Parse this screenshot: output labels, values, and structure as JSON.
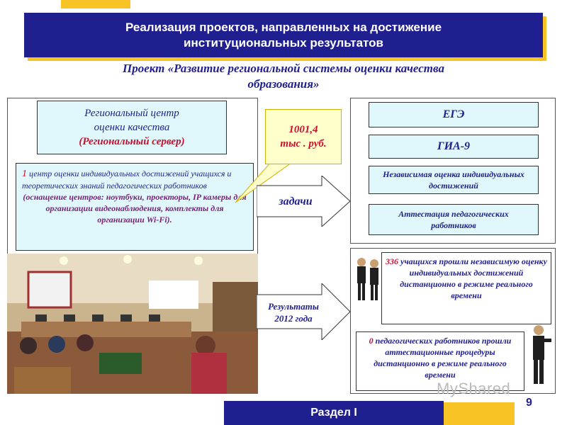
{
  "header": {
    "line1": "Реализация проектов, направленных на достижение",
    "line2": "институциональных результатов"
  },
  "subtitle": {
    "line1": "Проект «Развитие региональной системы оценки качества",
    "line2": "образования»"
  },
  "center_box": {
    "line1": "Региональный центр",
    "line2": "оценки качества",
    "line3": "(Региональный сервер)"
  },
  "info_box": {
    "num": "1",
    "text": " центр оценки индивидуальных достижений учащихся и теоретических знаний педагогических работников",
    "equipment": "(оснащение центров: ноутбуки, проекторы, IP камеры для организации видеонаблюдения, комплекты для организации Wi-Fi)."
  },
  "callout": {
    "line1": "1001,4",
    "line2": "тыс . руб."
  },
  "arrows": {
    "tasks": "задачи",
    "results_line1": "Результаты",
    "results_line2": "2012 года"
  },
  "tasks": [
    {
      "label": "ЕГЭ"
    },
    {
      "label": "ГИА-9"
    },
    {
      "label": "Независимая оценка индивидуальных достижений"
    },
    {
      "label": "Аттестация педагогических работников"
    }
  ],
  "results": [
    {
      "num": "336",
      "text": "   учащихся прошли независимую оценку индивидуальных достижений дистанционно в режиме реального времени"
    },
    {
      "num": "0",
      "text": "  педагогических работников прошли аттестационные процедуры дистанционно в режиме реального времени"
    }
  ],
  "footer": {
    "label": "Раздел I"
  },
  "page_number": "9",
  "watermark": "MyShared",
  "colors": {
    "navy": "#1f1f8f",
    "yellow": "#f7c325",
    "red": "#c8102e",
    "cyan": "#e0f7fb"
  }
}
